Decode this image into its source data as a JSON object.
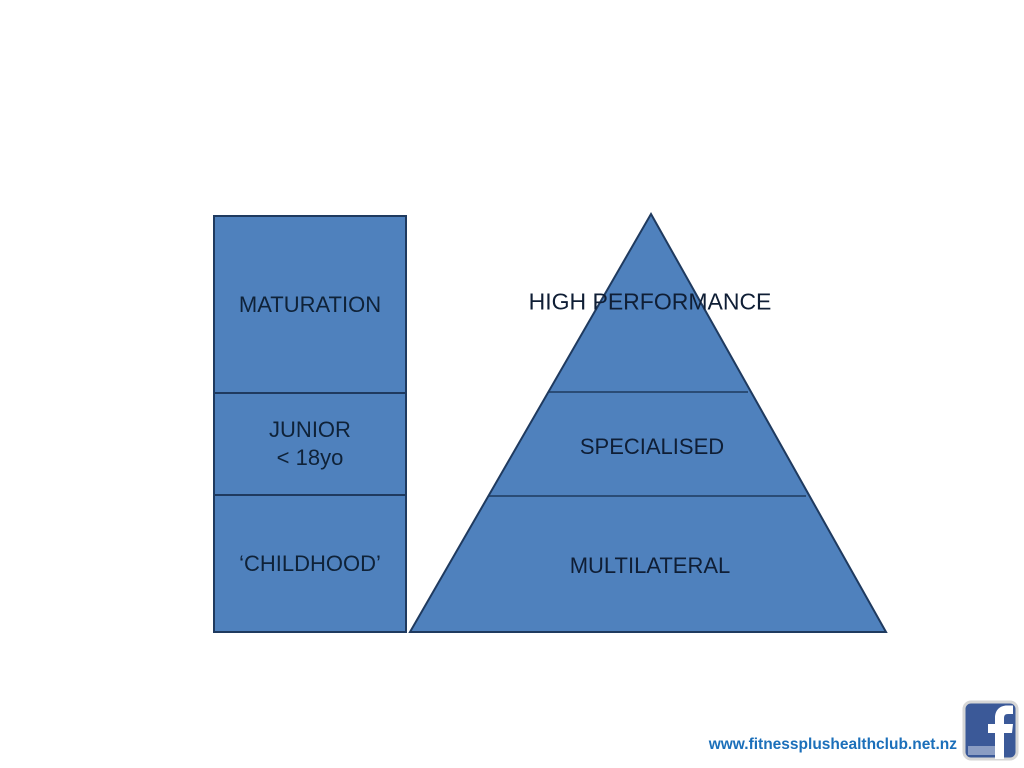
{
  "slide": {
    "background": "#FFFFFF"
  },
  "column": {
    "sections": [
      {
        "label": "MATURATION"
      },
      {
        "label": "JUNIOR",
        "sublabel": "< 18yo"
      },
      {
        "label": "‘CHILDHOOD’"
      }
    ]
  },
  "pyramid": {
    "levels": [
      {
        "label": "HIGH PERFORMANCE"
      },
      {
        "label": "SPECIALISED"
      },
      {
        "label": "MULTILATERAL"
      }
    ]
  },
  "footer": {
    "url": "www.fitnessplushealthclub.net.nz",
    "facebook_icon": "facebook-logo"
  },
  "colors": {
    "shape_fill": "#4F81BD",
    "shape_outline": "#1F3A5F",
    "label_text": "#0F2238",
    "url_text": "#1B6FBA",
    "facebook_blue": "#3B5998",
    "facebook_bar": "#8B9DC3",
    "facebook_border": "#D6D6D6"
  }
}
